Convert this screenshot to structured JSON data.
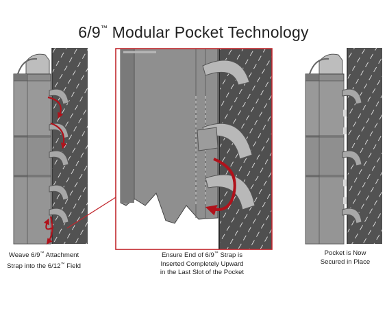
{
  "title": {
    "main_pre": "6/9",
    "tm": "™",
    "main_post": " Modular Pocket Technology"
  },
  "captions": {
    "left": {
      "line1_pre": "Weave 6/9",
      "line1_tm": "™",
      "line1_post": " Attachment",
      "line2_pre": "Strap into the 6/12",
      "line2_tm": "™",
      "line2_post": " Field"
    },
    "middle": {
      "line1_pre": "Ensure End of 6/9",
      "line1_tm": "™",
      "line1_post": " Strap is",
      "line2": "Inserted Completely Upward",
      "line3": "in the Last Slot of the Pocket"
    },
    "right": {
      "line1": "Pocket is Now",
      "line2": "Secured in Place"
    }
  },
  "colors": {
    "arrow_red": "#b0121b",
    "zoom_frame": "#c1272d",
    "field_gray": "#4f4f4f",
    "pocket_gray": "#8a8a8a"
  }
}
